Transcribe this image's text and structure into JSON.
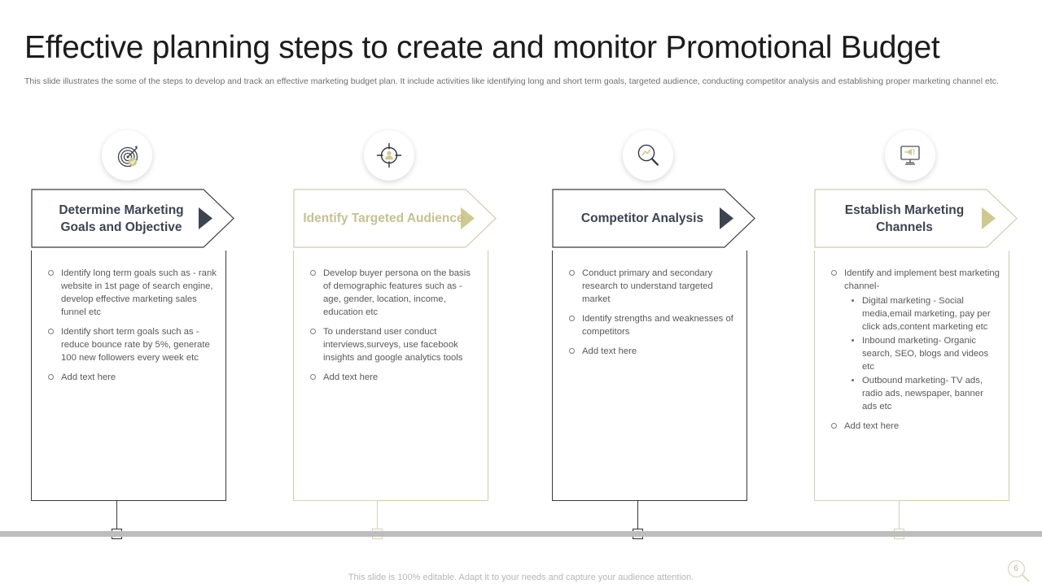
{
  "slide": {
    "title": "Effective planning steps to create and monitor Promotional Budget",
    "subtitle": "This slide illustrates the some of the steps to develop and track an effective marketing budget plan. It include activities like identifying long and short term goals, targeted audience, conducting competitor analysis and establishing proper marketing channel etc.",
    "footer_note": "This slide is 100% editable. Adapt it to your  needs and capture your audience attention.",
    "page_number": "6"
  },
  "colors": {
    "dark": "#3c4452",
    "accent_khaki": "#c5c192",
    "accent_khaki_line": "#cfcbab",
    "body_text": "#595959",
    "baseline_bar": "#bdbdbd"
  },
  "steps": [
    {
      "icon": "target-dartboard-icon",
      "title": "Determine Marketing Goals and Objective",
      "theme": "dark",
      "bullets": [
        {
          "text": "Identify long term goals such as - rank website in 1st page of search engine, develop effective marketing sales funnel etc",
          "sub": []
        },
        {
          "text": "Identify short term goals such as - reduce bounce rate by 5%, generate 100 new followers every week etc",
          "sub": []
        },
        {
          "text": "Add text here",
          "sub": []
        }
      ]
    },
    {
      "icon": "crosshair-audience-icon",
      "title": "Identify Targeted Audience",
      "theme": "khaki",
      "bullets": [
        {
          "text": "Develop buyer persona on the basis of demographic features such as - age, gender, location, income, education etc",
          "sub": []
        },
        {
          "text": "To understand user conduct interviews,surveys,  use facebook insights and google analytics tools",
          "sub": []
        },
        {
          "text": "Add text here",
          "sub": []
        }
      ]
    },
    {
      "icon": "magnifier-analysis-icon",
      "title": "Competitor Analysis",
      "theme": "dark",
      "bullets": [
        {
          "text": "Conduct primary and secondary research to understand targeted market",
          "sub": []
        },
        {
          "text": "Identify strengths and weaknesses of competitors",
          "sub": []
        },
        {
          "text": "Add text here",
          "sub": []
        }
      ]
    },
    {
      "icon": "monitor-megaphone-icon",
      "title": "Establish Marketing Channels",
      "theme": "khaki",
      "bullets": [
        {
          "text": "Identify and implement best marketing channel-",
          "sub": [
            "Digital marketing - Social media,email marketing, pay per click ads,content marketing etc",
            "Inbound marketing- Organic search, SEO, blogs and videos etc",
            "Outbound marketing- TV ads, radio ads, newspaper, banner ads etc"
          ]
        },
        {
          "text": "Add text here",
          "sub": []
        }
      ]
    }
  ]
}
